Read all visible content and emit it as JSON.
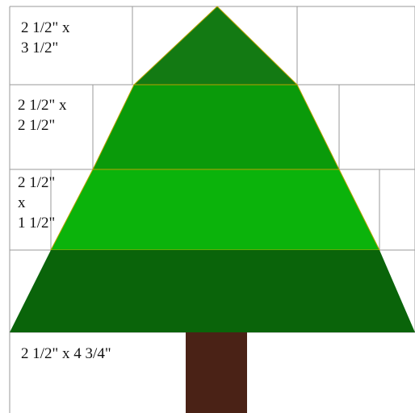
{
  "rows": [
    {
      "label": "2 1/2\" x\n3 1/2\""
    },
    {
      "label": "2 1/2\" x\n2 1/2\""
    },
    {
      "label": "2 1/2\"\nx\n1 1/2\""
    },
    {
      "label": ""
    },
    {
      "label": "2 1/2\" x 4 3/4\""
    }
  ],
  "colors": {
    "tier1": "#137a13",
    "tier2": "#0a9a0a",
    "tier3": "#0bb30b",
    "tier4": "#0a640a",
    "trunk": "#4a2216",
    "grid": "#9a9a9a",
    "edge": "#b9a300"
  }
}
